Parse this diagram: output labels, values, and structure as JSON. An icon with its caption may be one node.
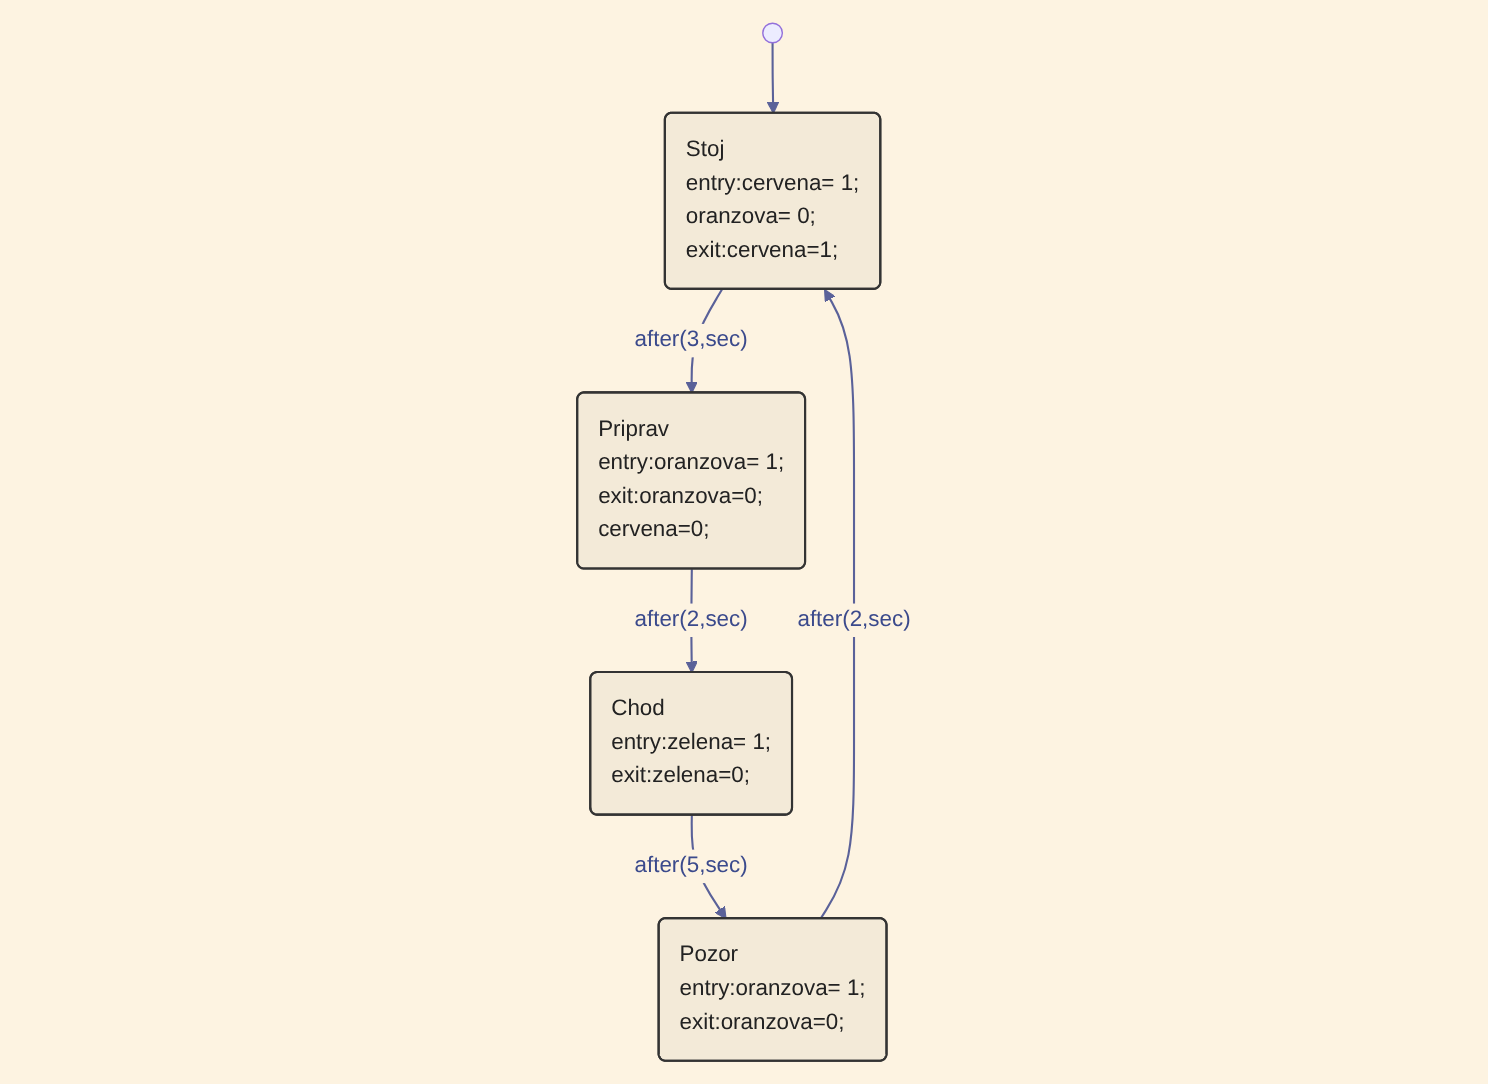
{
  "diagram": {
    "nodes": [
      {
        "text": [],
        "shape": "circle"
      },
      {
        "text": [
          "Stoj",
          "entry:cervena= 1;",
          "oranzova= 0;",
          "exit:cervena=1;"
        ]
      },
      {
        "text": [
          "Pozor",
          "entry:oranzova= 1;",
          "exit:oranzova=0;"
        ]
      },
      {
        "text": [
          "Priprav",
          "entry:oranzova= 1;",
          "exit:oranzova=0;",
          "cervena=0;"
        ]
      },
      {
        "text": [
          "Chod",
          "entry:zelena= 1;",
          "exit:zelena=0;"
        ]
      }
    ],
    "edges": [
      {
        "from": 0,
        "to": 1,
        "arrow": "to"
      },
      {
        "from": 1,
        "to": 3,
        "arrow": "to",
        "label": "after(3,sec)"
      },
      {
        "from": 3,
        "to": 4,
        "arrow": "to",
        "label": "after(2,sec)"
      },
      {
        "from": 4,
        "to": 2,
        "arrow": "to",
        "label": "after(5,sec)"
      },
      {
        "from": 2,
        "to": 1,
        "arrow": "to",
        "label": "after(2,sec)"
      }
    ]
  }
}
